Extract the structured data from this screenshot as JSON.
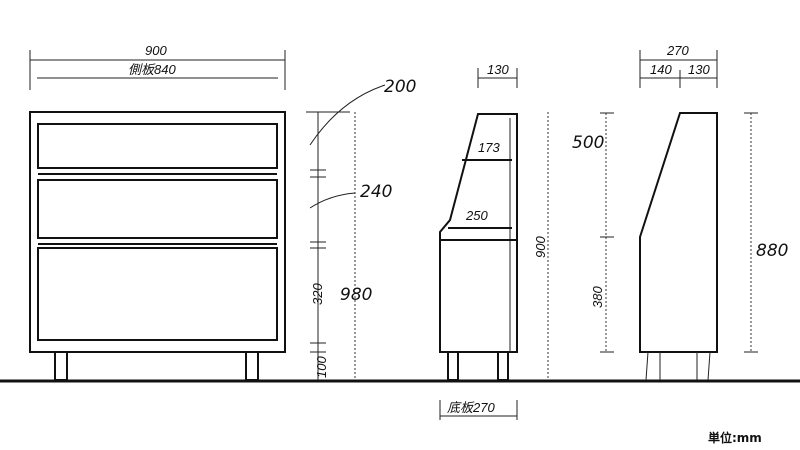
{
  "front_view": {
    "overall_width": "900",
    "side_panel_width": "側板840",
    "dim_drawer_1_note": "200",
    "dim_drawer_2_note": "240",
    "dim_bottom_drawer": "320",
    "dim_leg": "100",
    "dim_total_note": "980"
  },
  "side_view_1": {
    "top_depth": "130",
    "shelf_1_depth": "173",
    "shelf_2_depth": "250",
    "height": "900",
    "base_depth": "底板270"
  },
  "side_view_2": {
    "total_depth": "270",
    "depth_left": "140",
    "depth_right": "130",
    "upper_height_note": "500",
    "lower_height": "380",
    "total_height_note": "880"
  },
  "unit_label": "単位:mm"
}
